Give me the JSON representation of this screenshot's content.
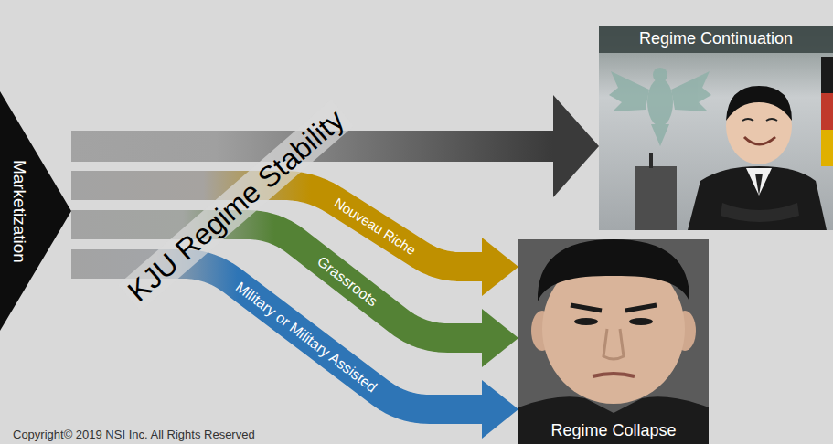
{
  "diagram": {
    "nodes": [
      {
        "text": [
          "Marketization"
        ]
      },
      {
        "text": [
          "Regime Continuation"
        ]
      },
      {
        "text": [
          "Regime Collapse"
        ]
      }
    ],
    "edges": [
      {
        "from": 0,
        "to": 1,
        "arrow": "to"
      },
      {
        "from": 0,
        "to": 2,
        "label": "Nouveau Riche",
        "arrow": "to"
      },
      {
        "from": 0,
        "to": 2,
        "label": "Grassroots",
        "arrow": "to"
      },
      {
        "from": 0,
        "to": 2,
        "label": "Military or Military Assisted",
        "arrow": "to"
      }
    ],
    "labels": [
      "KJU Regime Stability",
      "Copyright© 2019 NSI Inc. All Rights Reserved"
    ]
  }
}
